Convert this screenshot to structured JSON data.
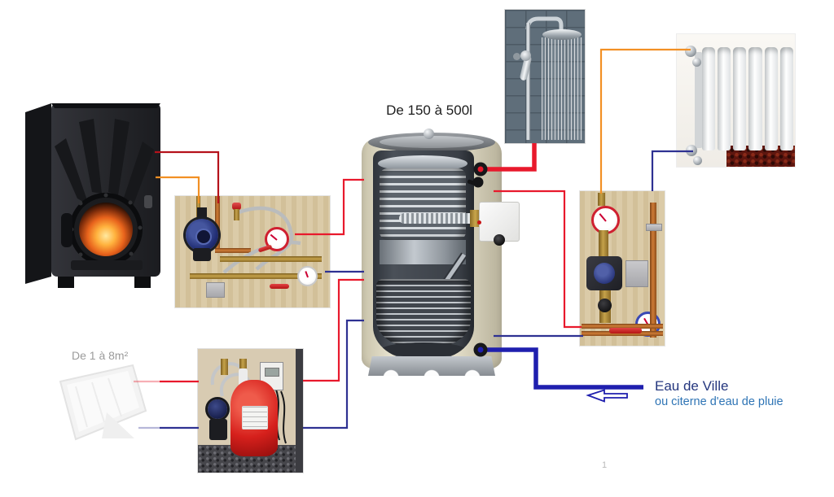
{
  "labels": {
    "tank_capacity": "De 150 à 500l",
    "collector_size": "De 1 à 8m²",
    "water_source_main": "Eau de Ville",
    "water_source_alt": "ou citerne d'eau de pluie",
    "page_number": "1"
  },
  "colors": {
    "stove_hot_line": "#b5121b",
    "hot_line": "#e8192c",
    "orange_line": "#f29024",
    "return_line": "#2e3192",
    "cold_water_line": "#1f1fae",
    "water_text_primary": "#24367e",
    "water_text_secondary": "#2e74b5",
    "collector_text": "#9b9b9b",
    "tank_text": "#1d1d1d"
  },
  "components": {
    "wood_boiler": "wood-log-boiler",
    "boiler_pump_station": "boiler-loading-pump-station",
    "solar_pump_station": "solar-pump-station-with-expansion-vessel",
    "solar_collector": "solar-thermal-collector",
    "buffer_tank": "combi-buffer-tank-with-coils",
    "electric_heater": "electric-immersion-heater",
    "shower": "shower",
    "radiator": "radiator",
    "radiator_pump_station": "heating-circuit-pump-station"
  }
}
